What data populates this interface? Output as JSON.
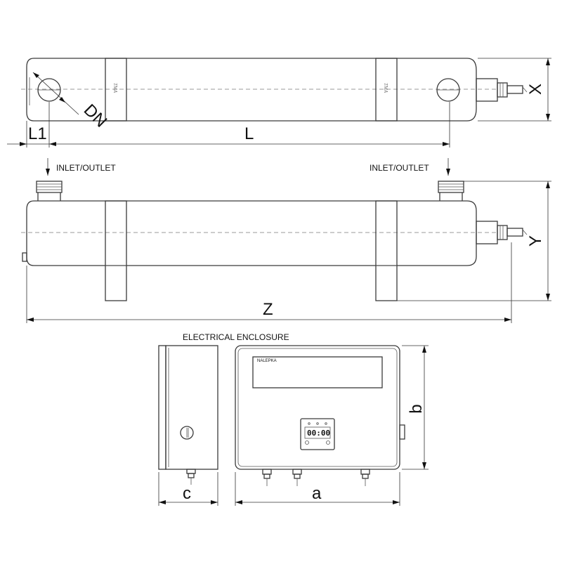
{
  "dimensions": {
    "L1": "L1",
    "L": "L",
    "DN": "DN",
    "X": "X",
    "Y": "Y",
    "Z": "Z",
    "a": "a",
    "b": "b",
    "c": "c"
  },
  "labels": {
    "inlet_left": "INLET/OUTLET",
    "inlet_right": "INLET/OUTLET",
    "enclosure_title": "ELECTRICAL ENCLOSURE",
    "sticker": "NALEPKA",
    "clamp_stamp_1": "TMA",
    "clamp_stamp_2": "TMA"
  },
  "timer": {
    "display": "00:00"
  }
}
